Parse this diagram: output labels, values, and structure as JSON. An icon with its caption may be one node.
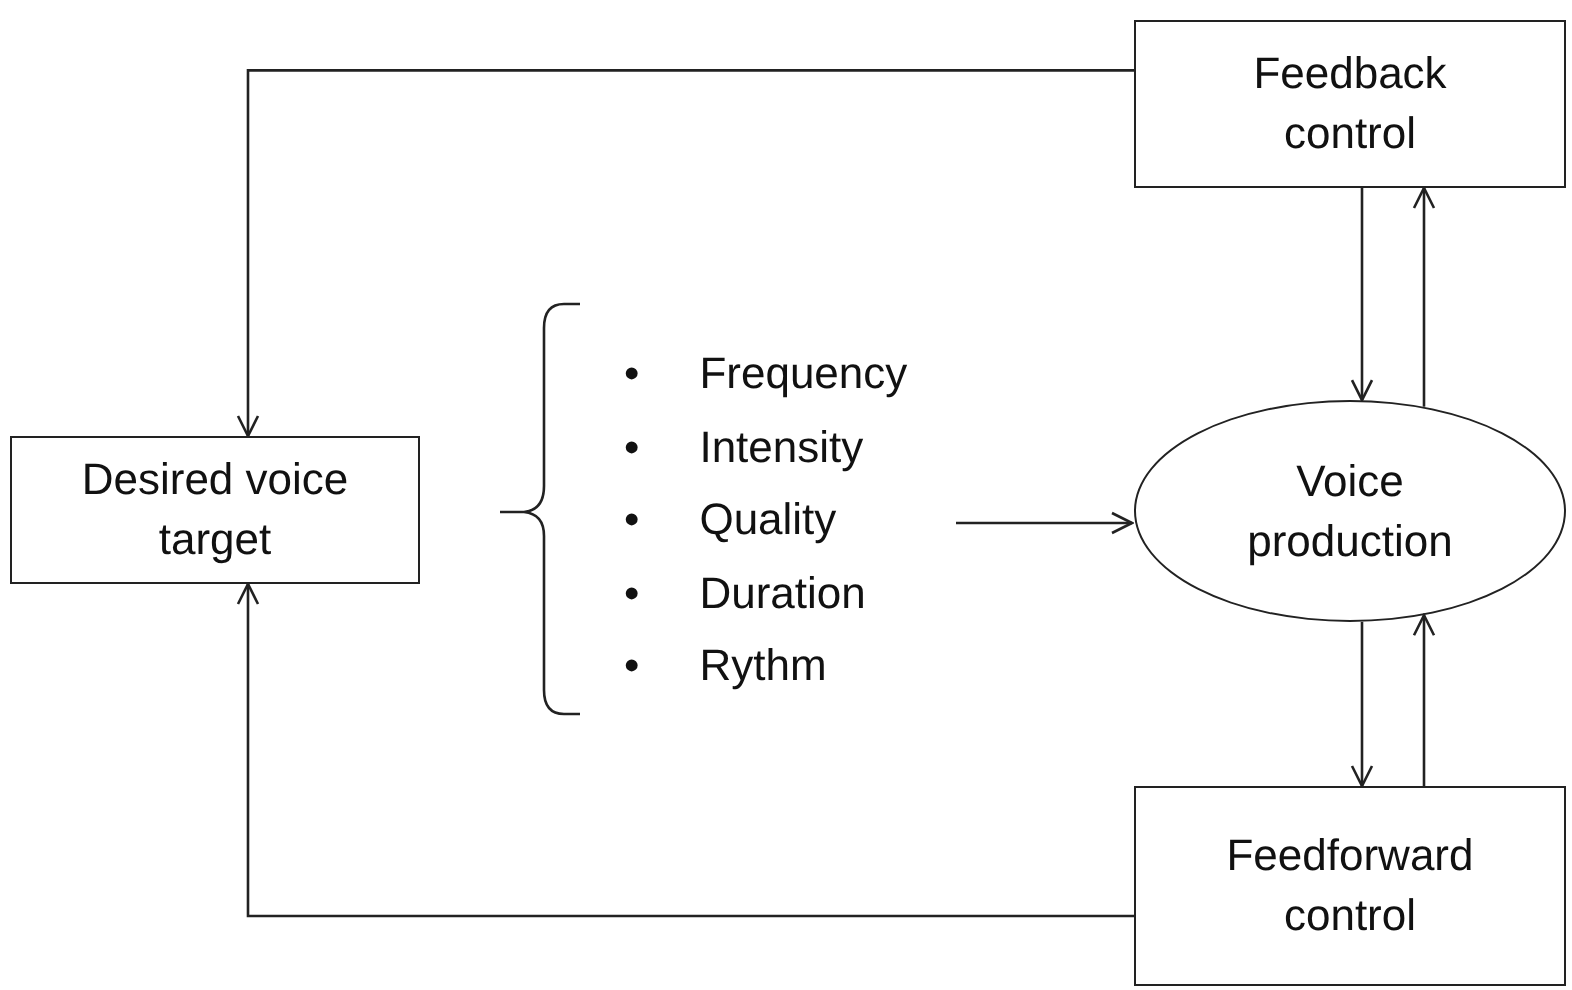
{
  "diagram": {
    "nodes": [
      {
        "text": [
          "Feedback control"
        ]
      },
      {
        "text": [
          "Desired voice target"
        ]
      },
      {
        "text": [
          "•",
          "Frequency",
          "•",
          "Intensity",
          "•",
          "Quality",
          "•",
          "Duration",
          "•",
          "Rythm"
        ]
      },
      {
        "text": [
          "Voice production"
        ]
      },
      {
        "text": [
          "Feedforward control"
        ]
      }
    ],
    "edges": [
      {
        "from": 0,
        "to": 1,
        "arrow": "to"
      },
      {
        "from": 4,
        "to": 1,
        "arrow": "to"
      },
      {
        "from": 2,
        "to": 3,
        "arrow": "to"
      },
      {
        "from": 0,
        "to": 3,
        "arrow": "to"
      },
      {
        "from": 3,
        "to": 0,
        "arrow": "to"
      },
      {
        "from": 3,
        "to": 4,
        "arrow": "to"
      },
      {
        "from": 4,
        "to": 3,
        "arrow": "to"
      }
    ]
  }
}
